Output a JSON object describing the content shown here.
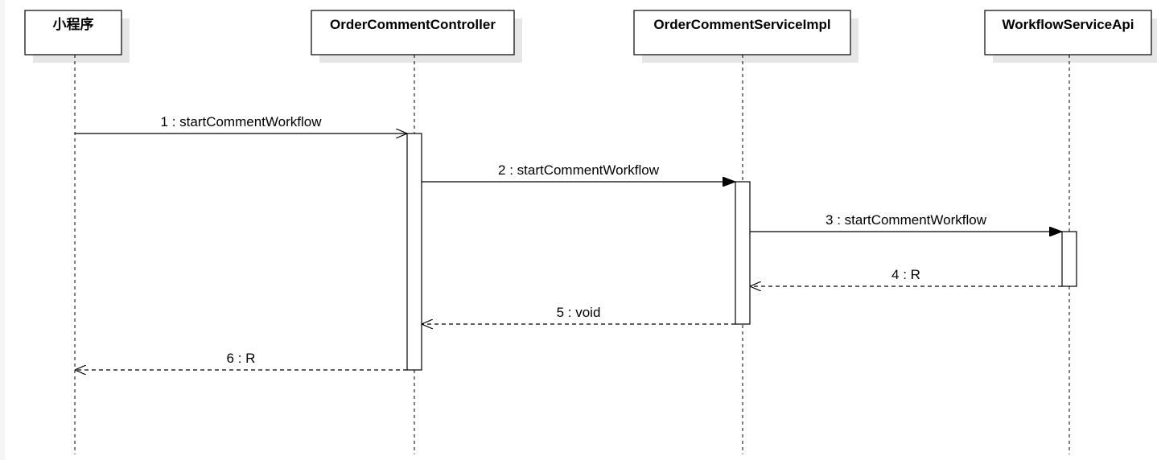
{
  "participants": [
    {
      "id": "p1",
      "name": "小程序"
    },
    {
      "id": "p2",
      "name": "OrderCommentController"
    },
    {
      "id": "p3",
      "name": "OrderCommentServiceImpl"
    },
    {
      "id": "p4",
      "name": "WorkflowServiceApi"
    }
  ],
  "messages": [
    {
      "from": "p1",
      "to": "p2",
      "label": "1 : startCommentWorkflow",
      "kind": "async"
    },
    {
      "from": "p2",
      "to": "p3",
      "label": "2 : startCommentWorkflow",
      "kind": "sync"
    },
    {
      "from": "p3",
      "to": "p4",
      "label": "3 : startCommentWorkflow",
      "kind": "sync"
    },
    {
      "from": "p4",
      "to": "p3",
      "label": "4 : R",
      "kind": "return"
    },
    {
      "from": "p3",
      "to": "p2",
      "label": "5 : void",
      "kind": "return"
    },
    {
      "from": "p2",
      "to": "p1",
      "label": "6 : R",
      "kind": "return"
    }
  ],
  "colors": {
    "line": "#000000",
    "shadow": "#e6e6e6",
    "box": "#ffffff"
  }
}
